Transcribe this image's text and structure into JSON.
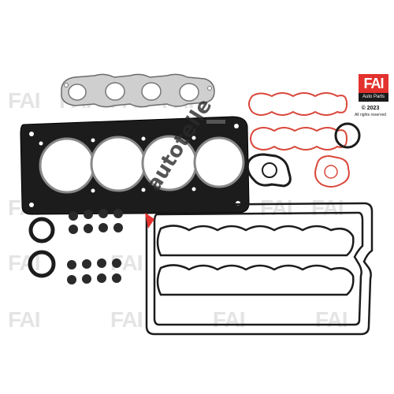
{
  "logo": {
    "main": "FAI",
    "sub": "Auto Parts"
  },
  "copyright": "© 2023",
  "rights": "All rights reserved",
  "overlay_text": "autoteile",
  "colors": {
    "gasket_red": "#d9483b",
    "black": "#1c1c1c",
    "brand_red": "#e3312d"
  }
}
